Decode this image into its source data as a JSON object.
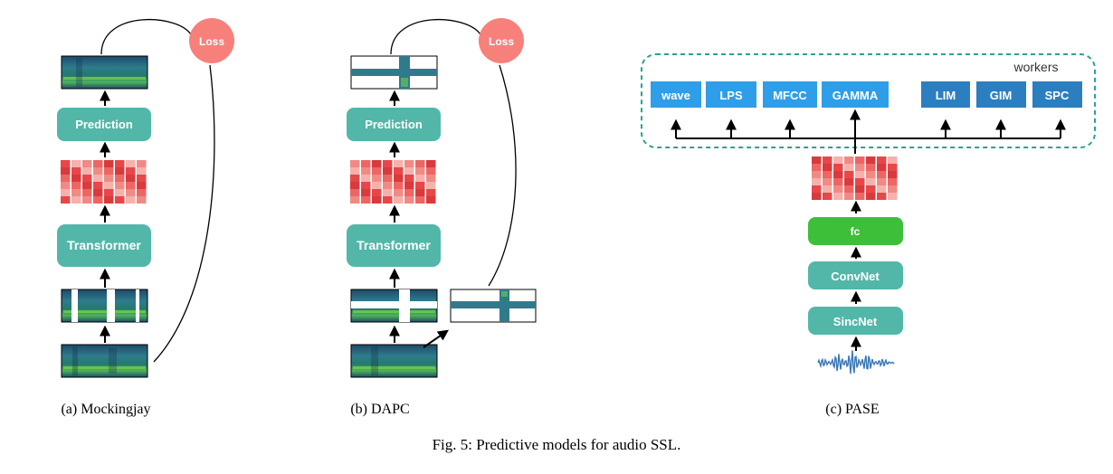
{
  "panels": {
    "a": {
      "caption": "(a) Mockingjay",
      "loss": "Loss",
      "prediction": "Prediction",
      "transformer": "Transformer"
    },
    "b": {
      "caption": "(b) DAPC",
      "loss": "Loss",
      "prediction": "Prediction",
      "transformer": "Transformer"
    },
    "c": {
      "caption": "(c) PASE",
      "workers_label": "workers",
      "workers": [
        "wave",
        "LPS",
        "MFCC",
        "GAMMA",
        "LIM",
        "GIM",
        "SPC"
      ],
      "fc": "fc",
      "convnet": "ConvNet",
      "sincnet": "SincNet"
    }
  },
  "figure_caption": "Fig. 5: Predictive models for audio SSL.",
  "colors": {
    "teal": "#52b7a8",
    "loss": "#f7807a",
    "fc_green": "#3dbf3a",
    "worker_light": "#2f9ee8",
    "worker_dark": "#2b7fc0",
    "workers_border": "#2aa38f",
    "spectrogram_dark": "#1f5a78",
    "spectrogram_green": "#6fcf4e",
    "feature_red": "#e8474a",
    "waveform": "#3a78b5"
  }
}
